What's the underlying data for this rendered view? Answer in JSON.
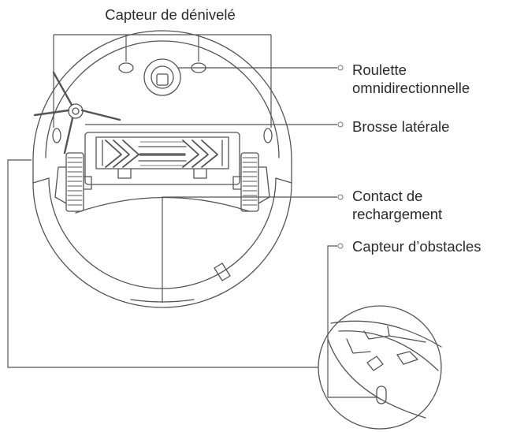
{
  "diagram": {
    "labels": {
      "cliff_sensor": "Capteur de dénivelé",
      "omni_wheel": [
        "Roulette",
        "omnidirectionnelle"
      ],
      "side_brush": "Brosse latérale",
      "charging_contact": [
        "Contact de",
        "rechargement"
      ],
      "obstacle_sensor": "Capteur d’obstacles"
    },
    "line_color": "#555555"
  }
}
